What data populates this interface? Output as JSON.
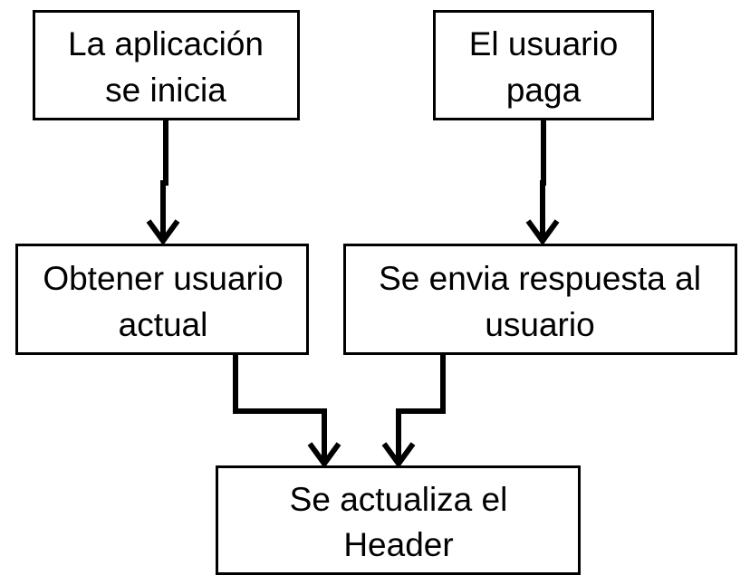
{
  "diagram": {
    "nodes": {
      "app_starts": {
        "line1": "La aplicación",
        "line2": "se inicia"
      },
      "user_pays": {
        "line1": "El usuario",
        "line2": "paga"
      },
      "get_current_user": {
        "line1": "Obtener usuario",
        "line2": "actual"
      },
      "send_response": {
        "line1": "Se envia respuesta al",
        "line2": "usuario"
      },
      "update_header": {
        "line1": "Se actualiza el",
        "line2": "Header"
      }
    },
    "edges": [
      {
        "from": "app_starts",
        "to": "get_current_user"
      },
      {
        "from": "user_pays",
        "to": "send_response"
      },
      {
        "from": "get_current_user",
        "to": "update_header"
      },
      {
        "from": "send_response",
        "to": "update_header"
      }
    ],
    "colors": {
      "stroke": "#000000",
      "fill": "#ffffff",
      "text": "#000000"
    }
  }
}
